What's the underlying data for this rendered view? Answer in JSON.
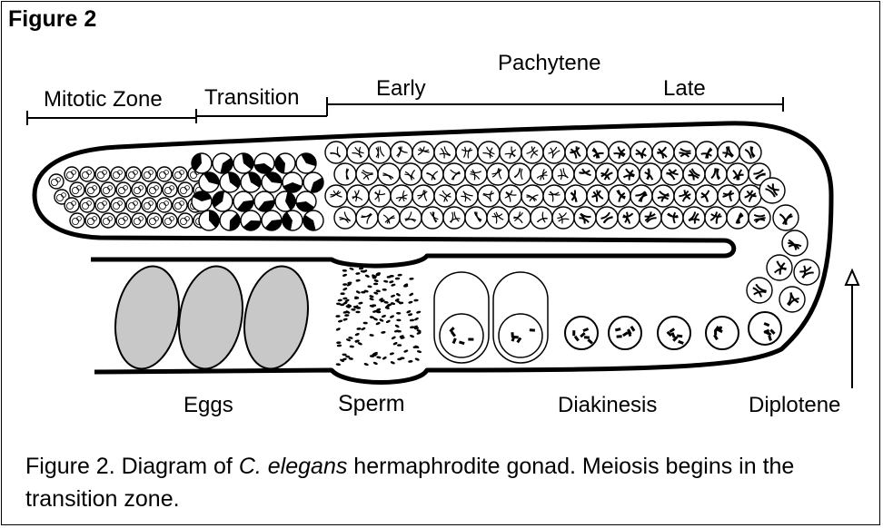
{
  "figure_label": "Figure 2",
  "zones": {
    "mitotic": "Mitotic Zone",
    "transition": "Transition",
    "pachytene": "Pachytene",
    "early": "Early",
    "late": "Late"
  },
  "structures": {
    "eggs": "Eggs",
    "sperm": "Sperm",
    "diakinesis": "Diakinesis",
    "diplotene": "Diplotene"
  },
  "caption": {
    "prefix": "Figure 2. Diagram of ",
    "species": "C. elegans",
    "suffix": " hermaphrodite gonad.  Meiosis begins in the transition zone."
  },
  "colors": {
    "line": "#000000",
    "egg_fill": "#c8c8c8",
    "background": "#ffffff"
  }
}
